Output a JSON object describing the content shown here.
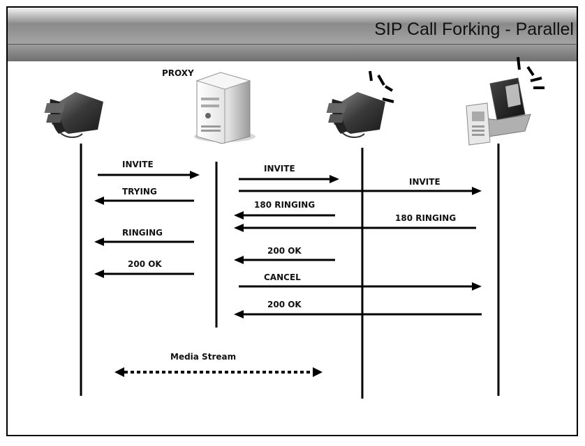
{
  "slide": {
    "title": "SIP Call Forking - Parallel"
  },
  "entities": {
    "proxy_label": "PROXY"
  },
  "messages": [
    {
      "label": "INVITE",
      "from": "caller",
      "to": "proxy"
    },
    {
      "label": "INVITE",
      "from": "proxy",
      "to": "phone"
    },
    {
      "label": "INVITE",
      "from": "proxy",
      "to": "laptop"
    },
    {
      "label": "TRYING",
      "from": "proxy",
      "to": "caller"
    },
    {
      "label": "180 RINGING",
      "from": "phone",
      "to": "proxy"
    },
    {
      "label": "180 RINGING",
      "from": "laptop",
      "to": "proxy"
    },
    {
      "label": "RINGING",
      "from": "proxy",
      "to": "caller"
    },
    {
      "label": "200 OK",
      "from": "phone",
      "to": "proxy"
    },
    {
      "label": "200 OK",
      "from": "proxy",
      "to": "caller"
    },
    {
      "label": "CANCEL",
      "from": "proxy",
      "to": "laptop"
    },
    {
      "label": "200 OK",
      "from": "laptop",
      "to": "proxy"
    }
  ],
  "media": {
    "label": "Media Stream"
  }
}
